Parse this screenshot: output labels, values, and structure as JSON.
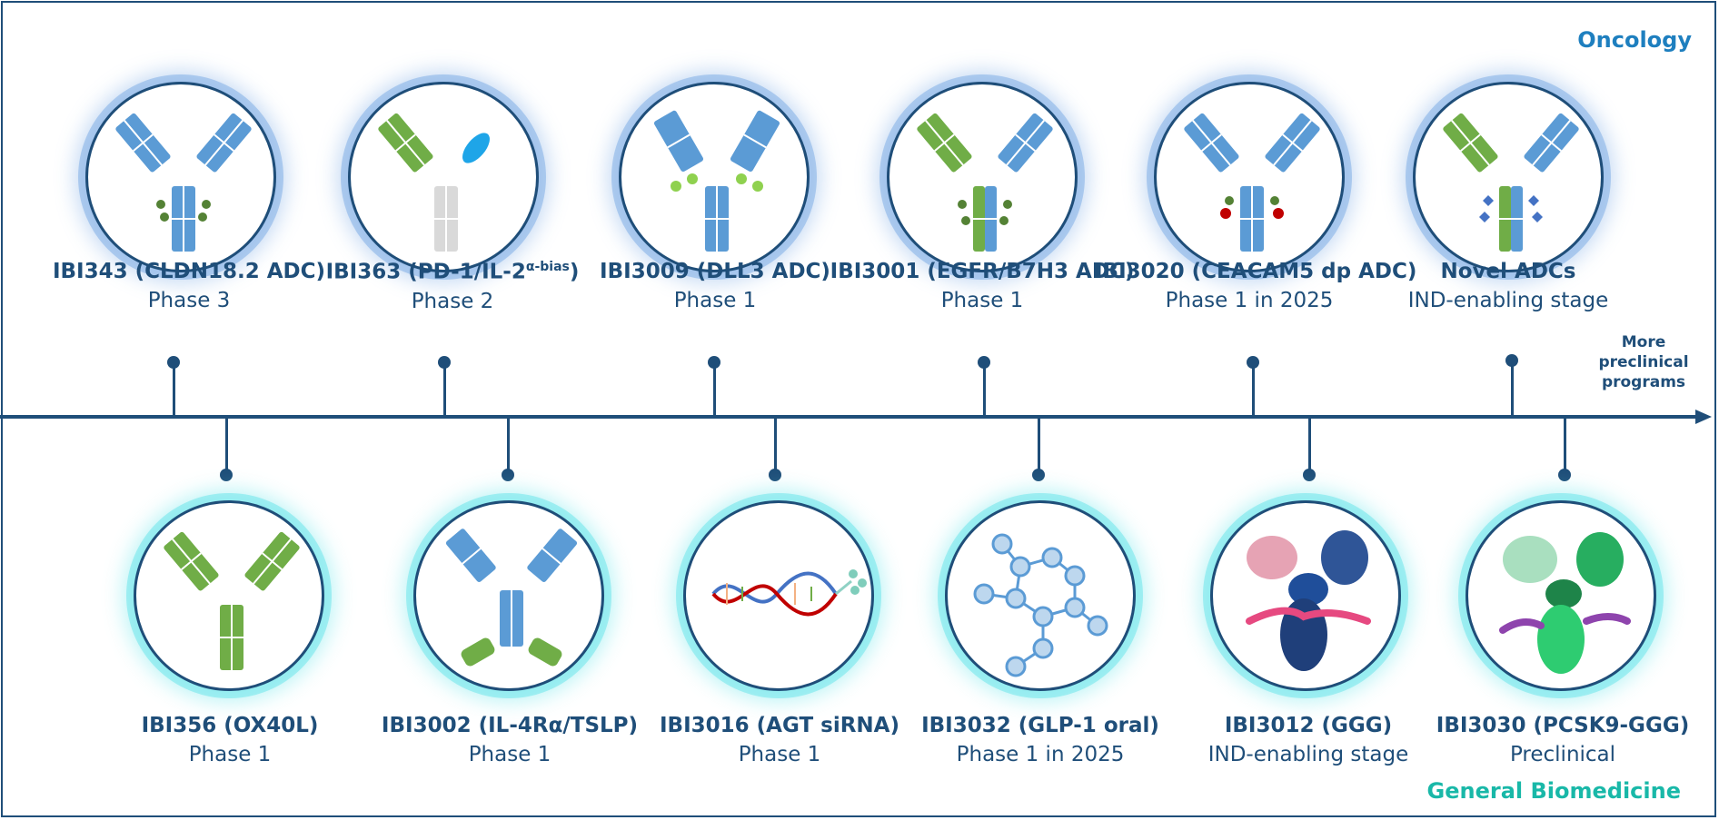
{
  "sections": {
    "oncology_label": "Oncology",
    "general_label": "General Biomedicine",
    "more_label_lines": [
      "More",
      "preclinical",
      "programs"
    ]
  },
  "colors": {
    "axis": "#1f4e79",
    "oncology_title": "#1e7fbf",
    "general_title": "#19b8a8",
    "antibody_blue": "#5b9bd5",
    "antibody_green": "#70ad47"
  },
  "oncology": [
    {
      "name": "IBI343 (CLDN18.2 ADC)",
      "stage": "Phase 3",
      "icon": "adc-antibody-icon"
    },
    {
      "name": "IBI363 (PD-1/IL-2",
      "name_sup": "α-bias",
      "name_tail": ")",
      "stage": "Phase 2",
      "icon": "bispecific-fusion-icon"
    },
    {
      "name": "IBI3009 (DLL3 ADC)",
      "stage": "Phase 1",
      "icon": "adc-antibody-icon"
    },
    {
      "name": "IBI3001 (EGFR/B7H3 ADC)",
      "stage": "Phase 1",
      "icon": "bispecific-adc-icon"
    },
    {
      "name": "IBI3020 (CEACAM5 dp ADC)",
      "stage": "Phase 1 in 2025",
      "icon": "dual-payload-adc-icon"
    },
    {
      "name": "Novel ADCs",
      "stage": "IND-enabling stage",
      "icon": "novel-adc-icon"
    }
  ],
  "general": [
    {
      "name": "IBI356 (OX40L)",
      "stage": "Phase 1",
      "icon": "antibody-icon"
    },
    {
      "name": "IBI3002 (IL-4Rα/TSLP)",
      "stage": "Phase 1",
      "icon": "bispecific-antibody-icon"
    },
    {
      "name": "IBI3016 (AGT siRNA)",
      "stage": "Phase 1",
      "icon": "sirna-icon"
    },
    {
      "name": "IBI3032 (GLP-1 oral)",
      "stage": "Phase 1 in 2025",
      "icon": "molecule-icon"
    },
    {
      "name": "IBI3012 (GGG)",
      "stage": "IND-enabling stage",
      "icon": "protein-structure-icon"
    },
    {
      "name": "IBI3030 (PCSK9-GGG)",
      "stage": "Preclinical",
      "icon": "protein-structure-icon"
    }
  ]
}
